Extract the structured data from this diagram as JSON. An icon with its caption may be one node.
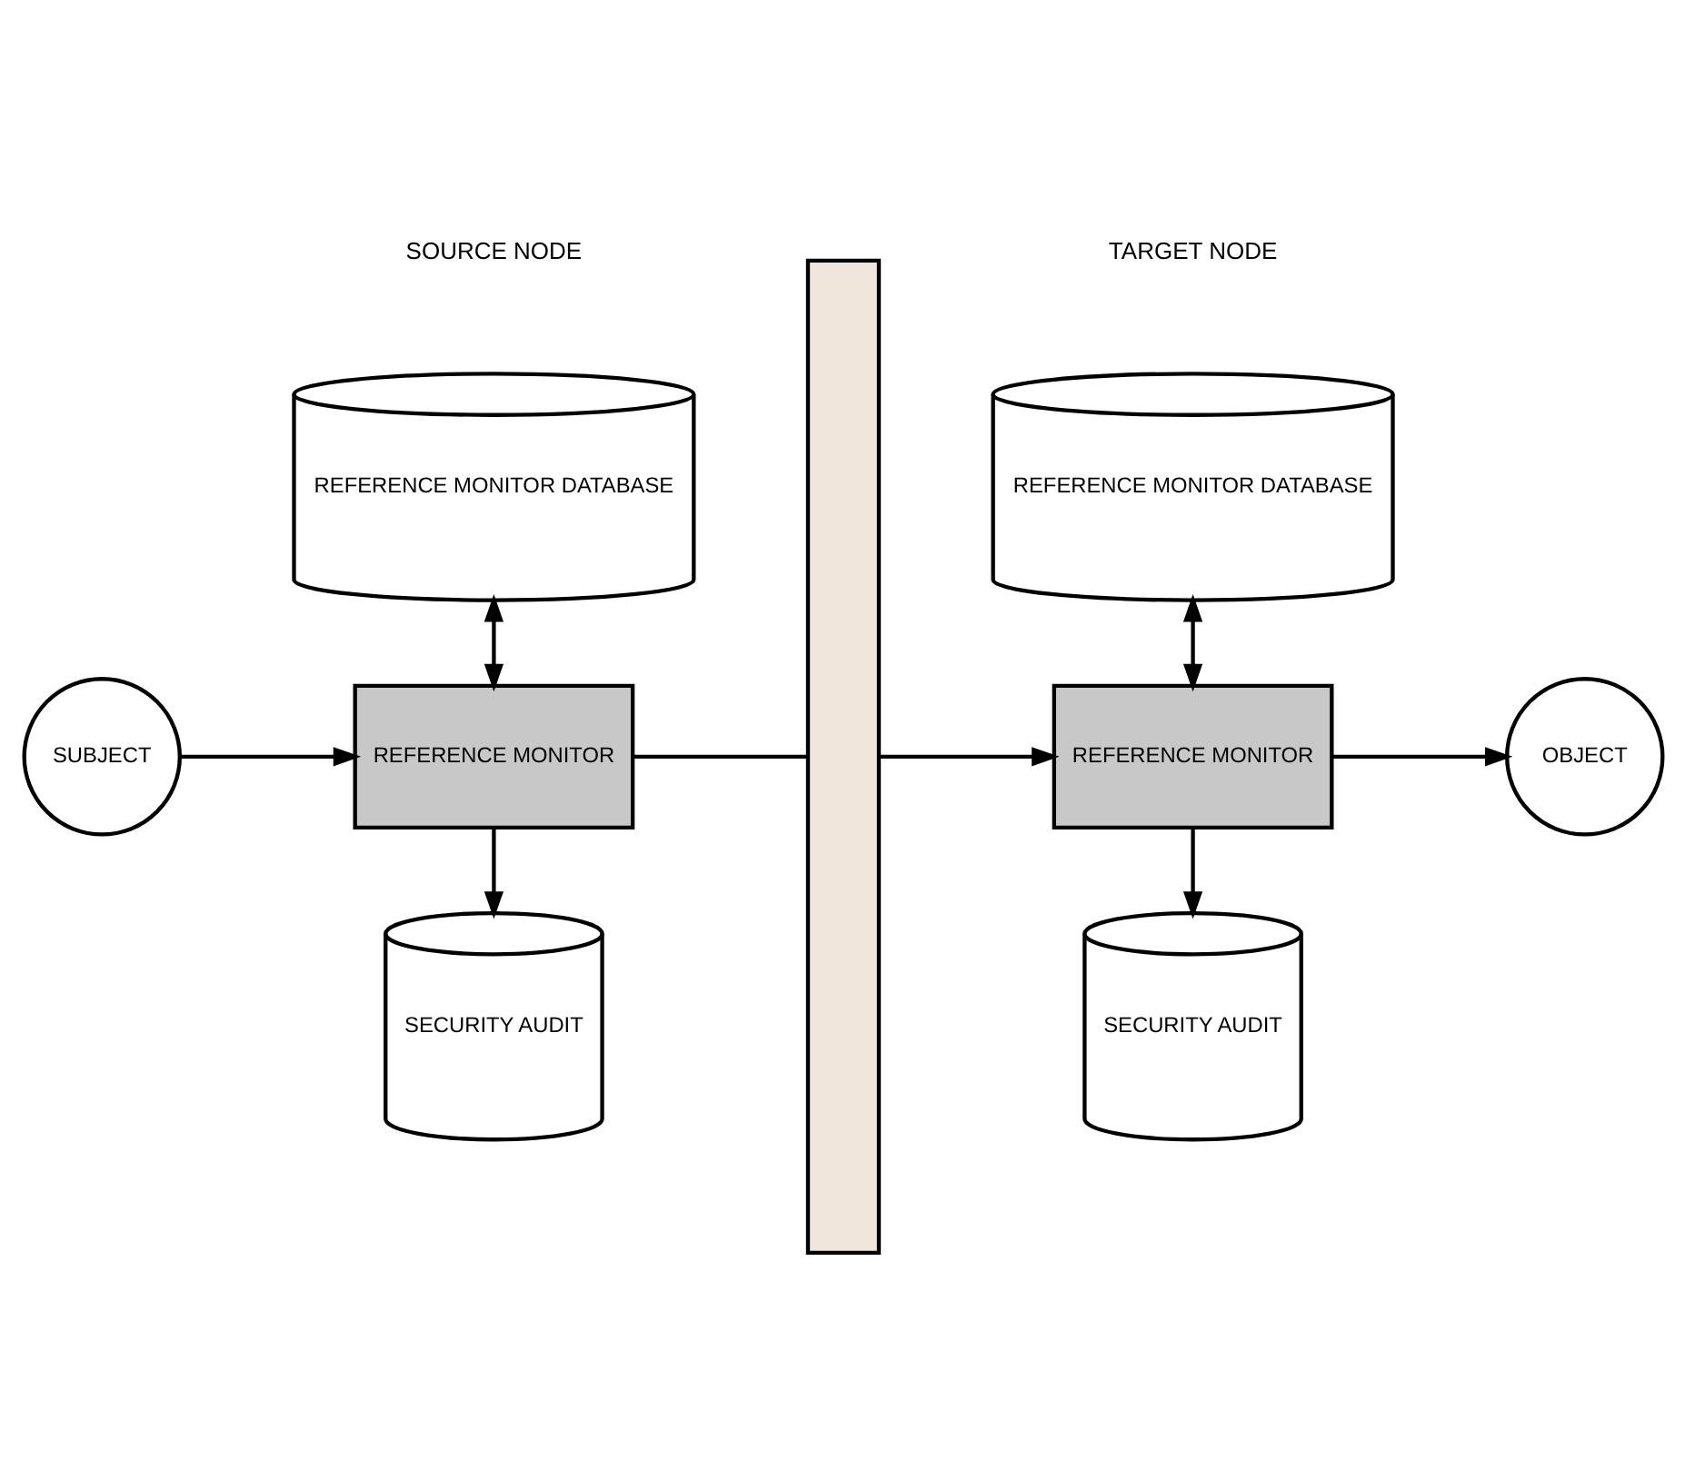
{
  "diagram": {
    "nodes": [
      {
        "text": [
          "SUBJECT"
        ]
      },
      {
        "text": [
          "REFERENCE MONITOR"
        ]
      },
      {
        "text": [
          "REFERENCE MONITOR DATABASE"
        ]
      },
      {
        "text": [
          "SECURITY AUDIT"
        ]
      },
      {
        "text": [],
        "shape": "wall"
      },
      {
        "text": [
          "REFERENCE MONITOR"
        ]
      },
      {
        "text": [
          "REFERENCE MONITOR DATABASE"
        ]
      },
      {
        "text": [
          "SECURITY AUDIT"
        ]
      },
      {
        "text": [
          "OBJECT"
        ]
      }
    ],
    "edges": [
      {
        "from": 0,
        "to": 1,
        "arrow": "to"
      },
      {
        "from": 2,
        "to": 1,
        "arrow": "both"
      },
      {
        "from": 1,
        "to": 3,
        "arrow": "to"
      },
      {
        "from": 1,
        "to": 4,
        "arrow": "none"
      },
      {
        "from": 4,
        "to": 5,
        "arrow": "to"
      },
      {
        "from": 6,
        "to": 5,
        "arrow": "both"
      },
      {
        "from": 5,
        "to": 7,
        "arrow": "to"
      },
      {
        "from": 5,
        "to": 8,
        "arrow": "to"
      }
    ],
    "labels": [
      "SOURCE NODE",
      "TARGET NODE"
    ]
  }
}
